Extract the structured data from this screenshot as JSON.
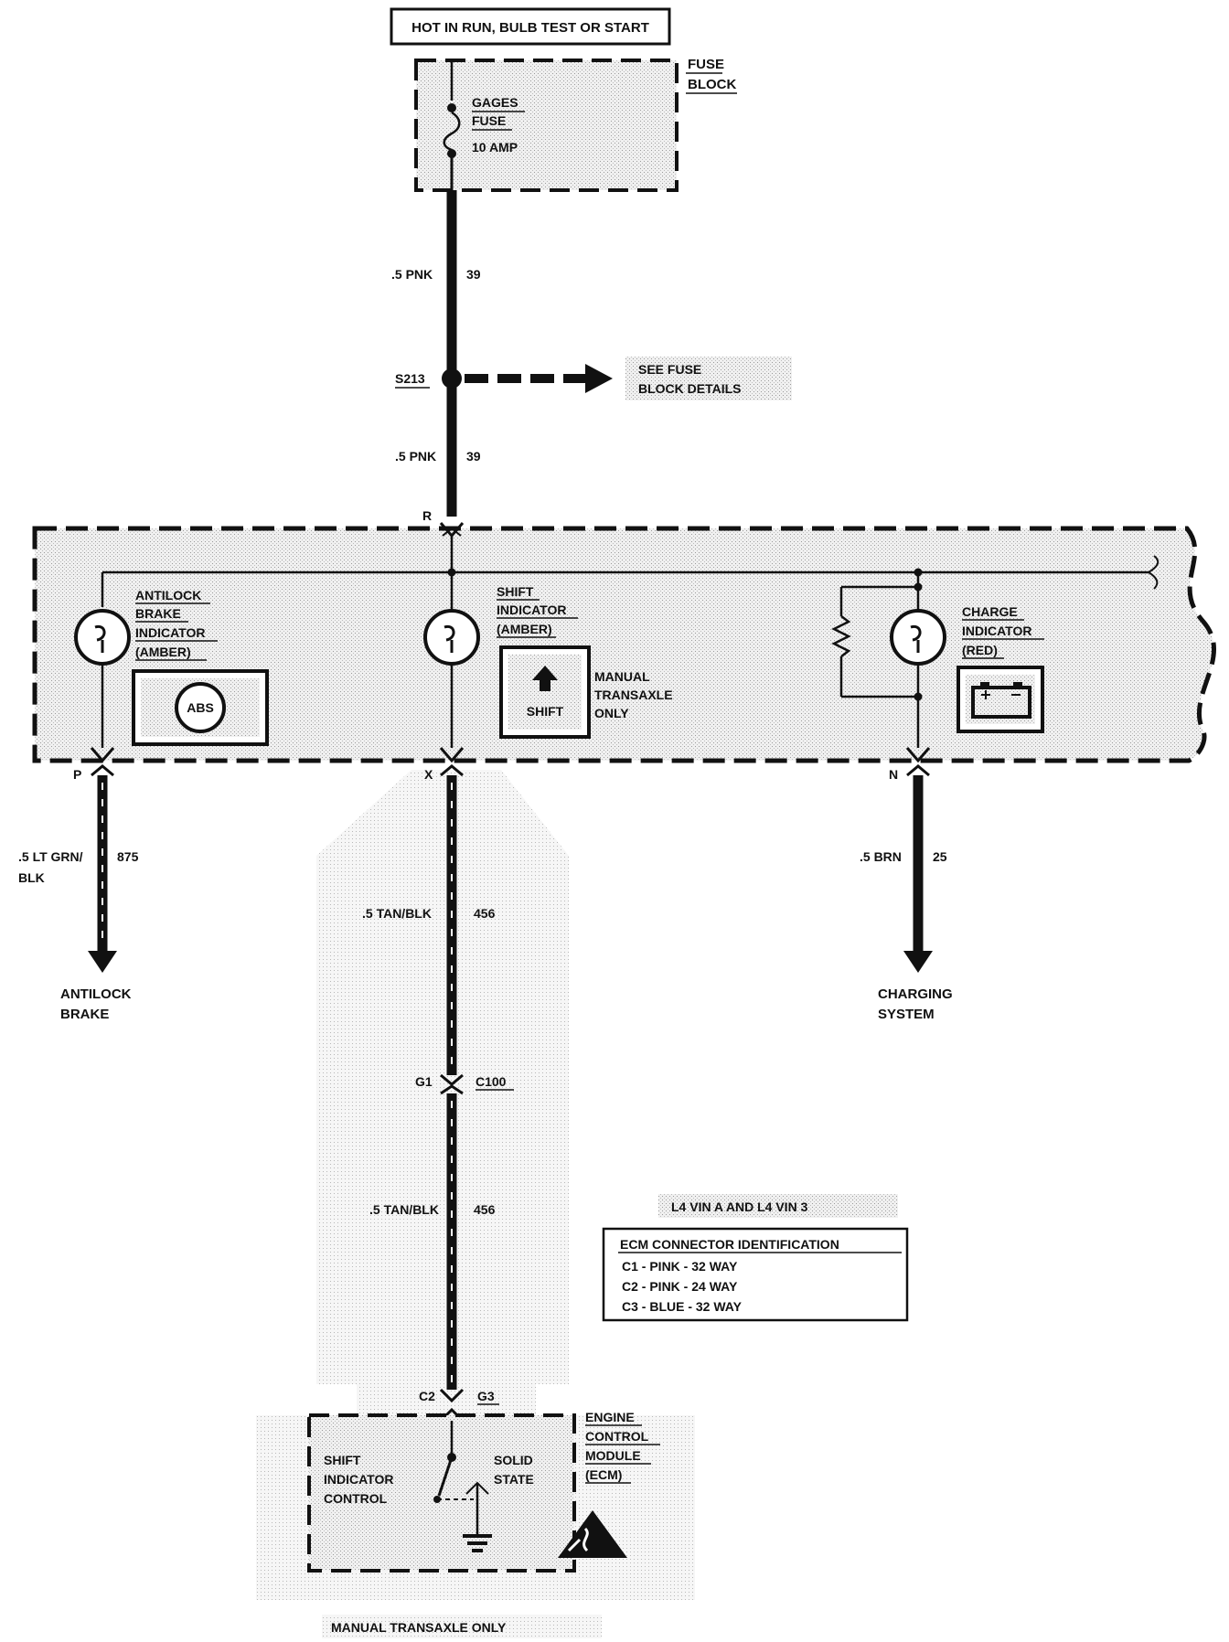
{
  "power_source": {
    "text": "HOT IN RUN, BULB TEST OR START"
  },
  "fuse_block": {
    "label_line1": "FUSE",
    "label_line2": "BLOCK",
    "fuse_name_line1": "GAGES",
    "fuse_name_line2": "FUSE",
    "fuse_rating": "10 AMP"
  },
  "wire_top_1": {
    "gauge_color": ".5 PNK",
    "circuit": "39"
  },
  "splice": {
    "id": "S213",
    "note_line1": "SEE FUSE",
    "note_line2": "BLOCK DETAILS"
  },
  "wire_top_2": {
    "gauge_color": ".5 PNK",
    "circuit": "39"
  },
  "cluster_connectors": {
    "r": "R",
    "p": "P",
    "x": "X",
    "n": "N"
  },
  "abs_indicator": {
    "line1": "ANTILOCK",
    "line2": "BRAKE",
    "line3": "INDICATOR",
    "line4": "(AMBER)",
    "symbol": "ABS"
  },
  "shift_indicator": {
    "line1": "SHIFT",
    "line2": "INDICATOR",
    "line3": "(AMBER)",
    "symbol": "SHIFT",
    "note_line1": "MANUAL",
    "note_line2": "TRANSAXLE",
    "note_line3": "ONLY"
  },
  "charge_indicator": {
    "line1": "CHARGE",
    "line2": "INDICATOR",
    "line3": "(RED)",
    "symbol_icon": "battery-icon"
  },
  "wire_abs": {
    "gauge_color_line1": ".5 LT GRN/",
    "gauge_color_line2": "BLK",
    "circuit": "875"
  },
  "abs_destination": {
    "line1": "ANTILOCK",
    "line2": "BRAKE"
  },
  "wire_shift_1": {
    "gauge_color": ".5 TAN/BLK",
    "circuit": "456"
  },
  "connector_c100": {
    "pin": "G1",
    "id": "C100"
  },
  "wire_shift_2": {
    "gauge_color": ".5 TAN/BLK",
    "circuit": "456"
  },
  "wire_charge": {
    "gauge_color": ".5 BRN",
    "circuit": "25"
  },
  "charge_destination": {
    "line1": "CHARGING",
    "line2": "SYSTEM"
  },
  "engine_note": "L4 VIN A AND L4 VIN 3",
  "ecm_connector_table": {
    "header": "ECM CONNECTOR IDENTIFICATION",
    "rows": [
      "C1 - PINK - 32 WAY",
      "C2 - PINK - 24 WAY",
      "C3 - BLUE - 32 WAY"
    ]
  },
  "ecm_connector": {
    "left": "C2",
    "right": "G3"
  },
  "ecm": {
    "label_line1": "ENGINE",
    "label_line2": "CONTROL",
    "label_line3": "MODULE",
    "label_line4": "(ECM)",
    "control_line1": "SHIFT",
    "control_line2": "INDICATOR",
    "control_line3": "CONTROL",
    "state_line1": "SOLID",
    "state_line2": "STATE"
  },
  "footer_note": "MANUAL TRANSAXLE ONLY"
}
